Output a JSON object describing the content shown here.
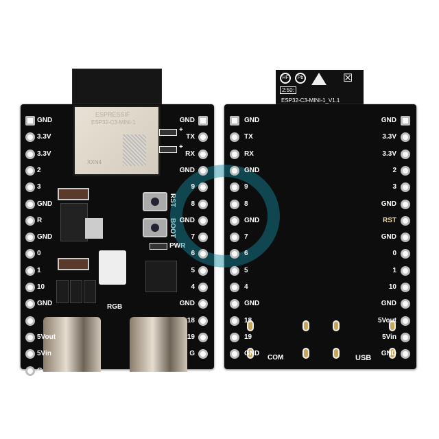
{
  "front": {
    "module_brand": "ESPRESSIF",
    "module_model": "ESP32-C3-MINI-1",
    "module_code": "XXN4",
    "left_pins": [
      "GND",
      "3.3V",
      "3.3V",
      "2",
      "3",
      "GND",
      "R",
      "GND",
      "0",
      "1",
      "10",
      "GND",
      "",
      "5Vout",
      "5Vin",
      "G"
    ],
    "right_pins": [
      "GND",
      "TX",
      "RX",
      "GND",
      "9",
      "8",
      "GND",
      "7",
      "6",
      "5",
      "4",
      "GND",
      "18",
      "19",
      "G"
    ],
    "labels": {
      "rst": "RST",
      "boot": "BOOT",
      "pwr": "PWR",
      "rgb": "RGB",
      "tx_plus": "+",
      "rx_plus": "+"
    }
  },
  "back": {
    "tab_label": "ESP32-C3-MINI-1_V1.1",
    "tab_icons": {
      "hf": "HF",
      "pb": "Pb",
      "date": "2:50:"
    },
    "left_pins": [
      "GND",
      "TX",
      "RX",
      "GND",
      "9",
      "8",
      "GND",
      "7",
      "6",
      "5",
      "4",
      "GND",
      "18",
      "19",
      "GND"
    ],
    "right_pins": [
      "GND",
      "3.3V",
      "3.3V",
      "2",
      "3",
      "GND",
      "RST",
      "GND",
      "0",
      "1",
      "10",
      "GND",
      "5Vout",
      "5Vin",
      "GND"
    ],
    "com": "COM",
    "usb": "USB"
  },
  "colors": {
    "pcb": "#0d0d0d",
    "silkscreen": "#ffffff",
    "watermark": "#148ca0",
    "rst_label": "#f5d9a0"
  }
}
